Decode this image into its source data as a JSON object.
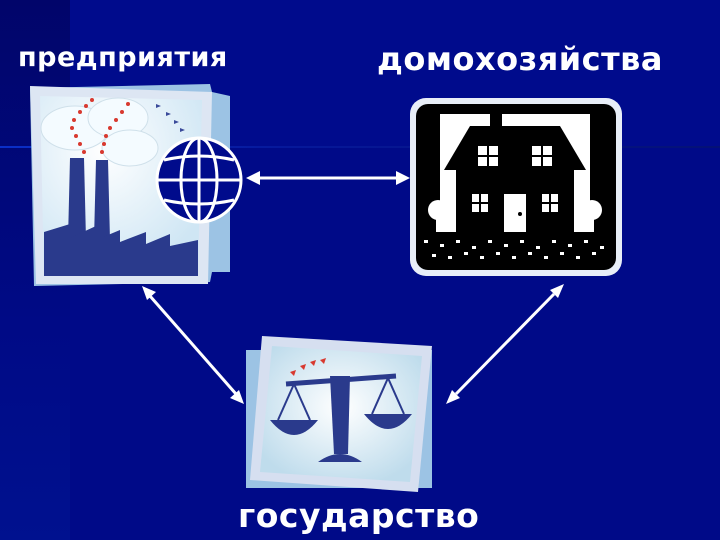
{
  "nodes": {
    "enterprises": {
      "label": "предприятия"
    },
    "households": {
      "label": "домохозяйства"
    },
    "government": {
      "label": "государство"
    }
  },
  "colors": {
    "background": "#000b8c",
    "text": "#ffffff",
    "arrow": "#ffffff",
    "picture_frame": "#d6dff0",
    "picture_bg": "#e8f4fb",
    "silhouette": "#2a3a8c"
  },
  "icons": [
    "factory-icon",
    "globe-icon",
    "house-icon",
    "scales-icon"
  ]
}
